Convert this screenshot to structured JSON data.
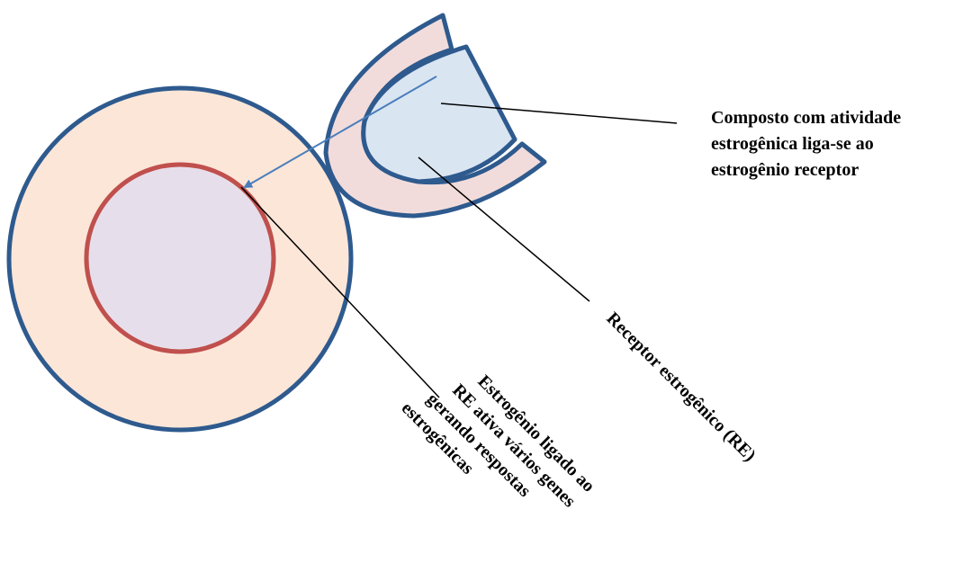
{
  "labels": {
    "compound": [
      "Composto com atividade",
      "estrogênica liga-se ao",
      "estrogênio receptor"
    ],
    "receptor": "Receptor estrogênico (RE)",
    "nucleus": [
      "Estrogênio ligado ao",
      "RE ativa vários genes",
      "gerando respostas",
      "estrogênicas"
    ]
  },
  "colors": {
    "cell_fill": "#fce6d8",
    "cell_stroke": "#2e5a8e",
    "nucleus_fill": "#e6dfeb",
    "nucleus_stroke": "#c0504d",
    "receptor_fill": "#f2dcdb",
    "compound_fill": "#dae5f2",
    "arrow": "#4a7ebb",
    "leader_line": "#000000"
  }
}
